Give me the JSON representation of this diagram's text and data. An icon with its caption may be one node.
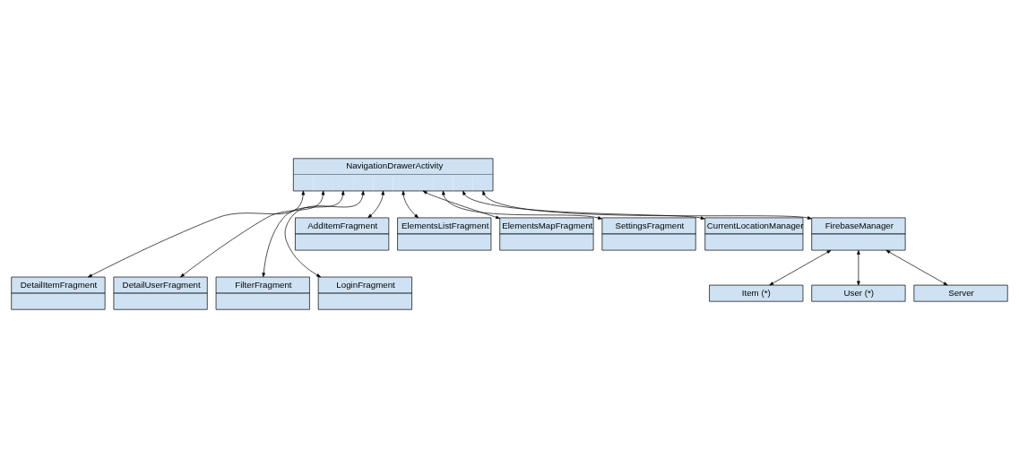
{
  "diagram": {
    "nodes": [
      {
        "text": [
          "DetailItemFragment"
        ]
      },
      {
        "text": [
          "DetailUserFragment"
        ]
      },
      {
        "text": [
          "FilterFragment"
        ]
      },
      {
        "text": [
          "LoginFragment"
        ]
      },
      {
        "text": [
          "AddItemFragment"
        ]
      },
      {
        "text": [
          "ElementsListFragment"
        ]
      },
      {
        "text": [
          "ElementsMapFragment"
        ]
      },
      {
        "text": [
          "SettingsFragment"
        ]
      },
      {
        "text": [
          "NavigationDrawerActivity"
        ]
      },
      {
        "text": [
          "CurrentLocationManager"
        ]
      },
      {
        "text": [
          "FirebaseManager"
        ]
      },
      {
        "text": [
          "Item (*)"
        ]
      },
      {
        "text": [
          "User (*)"
        ]
      },
      {
        "text": [
          "Server"
        ]
      }
    ],
    "edges": [
      {
        "from": 8,
        "to": 0,
        "arrow": "both"
      },
      {
        "from": 8,
        "to": 1,
        "arrow": "both"
      },
      {
        "from": 8,
        "to": 2,
        "arrow": "both"
      },
      {
        "from": 8,
        "to": 3,
        "arrow": "both"
      },
      {
        "from": 8,
        "to": 4,
        "arrow": "both"
      },
      {
        "from": 8,
        "to": 5,
        "arrow": "both"
      },
      {
        "from": 8,
        "to": 6,
        "arrow": "both"
      },
      {
        "from": 8,
        "to": 7,
        "arrow": "both"
      },
      {
        "from": 8,
        "to": 9,
        "arrow": "both"
      },
      {
        "from": 8,
        "to": 10,
        "arrow": "both"
      },
      {
        "from": 10,
        "to": 11,
        "arrow": "both"
      },
      {
        "from": 10,
        "to": 12,
        "arrow": "both"
      },
      {
        "from": 10,
        "to": 13,
        "arrow": "both"
      }
    ]
  }
}
